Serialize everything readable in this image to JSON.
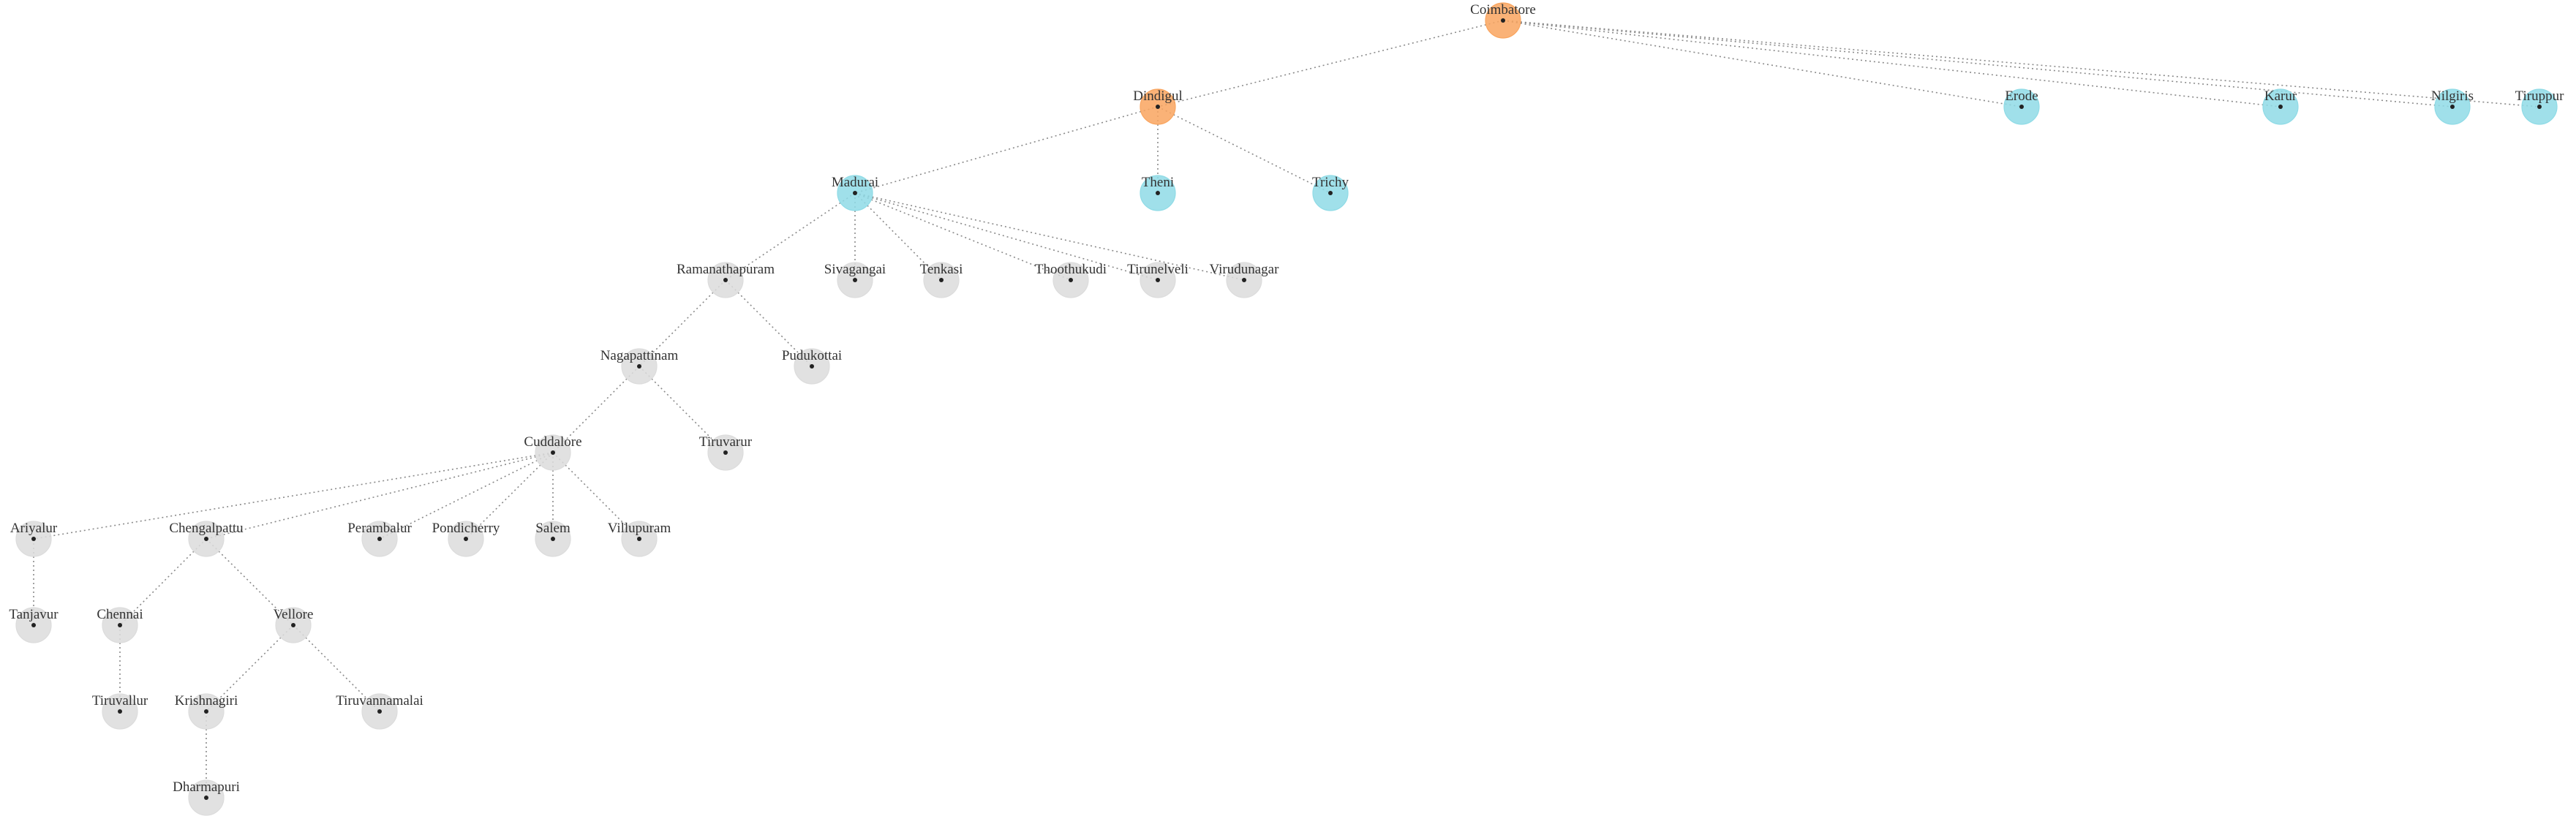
{
  "colors": {
    "root": "#f9a55f",
    "level1": "#8fdbe6",
    "other": "#dcdcdc",
    "edge": "#8a8a8a"
  },
  "nodes": [
    {
      "id": "coimbatore",
      "label": "Coimbatore",
      "group": "root"
    },
    {
      "id": "dindigul",
      "label": "Dindigul",
      "group": "root"
    },
    {
      "id": "erode",
      "label": "Erode",
      "group": "level1"
    },
    {
      "id": "karur",
      "label": "Karur",
      "group": "level1"
    },
    {
      "id": "nilgiris",
      "label": "Nilgiris",
      "group": "level1"
    },
    {
      "id": "tiruppur",
      "label": "Tiruppur",
      "group": "level1"
    },
    {
      "id": "madurai",
      "label": "Madurai",
      "group": "level1"
    },
    {
      "id": "theni",
      "label": "Theni",
      "group": "level1"
    },
    {
      "id": "trichy",
      "label": "Trichy",
      "group": "level1"
    },
    {
      "id": "ramanathapuram",
      "label": "Ramanathapuram",
      "group": "other"
    },
    {
      "id": "sivagangai",
      "label": "Sivagangai",
      "group": "other"
    },
    {
      "id": "tenkasi",
      "label": "Tenkasi",
      "group": "other"
    },
    {
      "id": "thoothukudi",
      "label": "Thoothukudi",
      "group": "other"
    },
    {
      "id": "tirunelveli",
      "label": "Tirunelveli",
      "group": "other"
    },
    {
      "id": "virudunagar",
      "label": "Virudunagar",
      "group": "other"
    },
    {
      "id": "nagapattinam",
      "label": "Nagapattinam",
      "group": "other"
    },
    {
      "id": "pudukottai",
      "label": "Pudukottai",
      "group": "other"
    },
    {
      "id": "cuddalore",
      "label": "Cuddalore",
      "group": "other"
    },
    {
      "id": "tiruvarur",
      "label": "Tiruvarur",
      "group": "other"
    },
    {
      "id": "ariyalur",
      "label": "Ariyalur",
      "group": "other"
    },
    {
      "id": "chengalpattu",
      "label": "Chengalpattu",
      "group": "other"
    },
    {
      "id": "perambalur",
      "label": "Perambalur",
      "group": "other"
    },
    {
      "id": "pondicherry",
      "label": "Pondicherry",
      "group": "other"
    },
    {
      "id": "salem",
      "label": "Salem",
      "group": "other"
    },
    {
      "id": "villupuram",
      "label": "Villupuram",
      "group": "other"
    },
    {
      "id": "tanjavur",
      "label": "Tanjavur",
      "group": "other"
    },
    {
      "id": "chennai",
      "label": "Chennai",
      "group": "other"
    },
    {
      "id": "vellore",
      "label": "Vellore",
      "group": "other"
    },
    {
      "id": "tiruvallur",
      "label": "Tiruvallur",
      "group": "other"
    },
    {
      "id": "krishnagiri",
      "label": "Krishnagiri",
      "group": "other"
    },
    {
      "id": "tiruvannamalai",
      "label": "Tiruvannamalai",
      "group": "other"
    },
    {
      "id": "dharmapuri",
      "label": "Dharmapuri",
      "group": "other"
    }
  ],
  "edges": [
    [
      "coimbatore",
      "dindigul"
    ],
    [
      "coimbatore",
      "erode"
    ],
    [
      "coimbatore",
      "karur"
    ],
    [
      "coimbatore",
      "nilgiris"
    ],
    [
      "coimbatore",
      "tiruppur"
    ],
    [
      "dindigul",
      "madurai"
    ],
    [
      "dindigul",
      "theni"
    ],
    [
      "dindigul",
      "trichy"
    ],
    [
      "madurai",
      "ramanathapuram"
    ],
    [
      "madurai",
      "sivagangai"
    ],
    [
      "madurai",
      "tenkasi"
    ],
    [
      "madurai",
      "thoothukudi"
    ],
    [
      "madurai",
      "tirunelveli"
    ],
    [
      "madurai",
      "virudunagar"
    ],
    [
      "ramanathapuram",
      "nagapattinam"
    ],
    [
      "ramanathapuram",
      "pudukottai"
    ],
    [
      "nagapattinam",
      "cuddalore"
    ],
    [
      "nagapattinam",
      "tiruvarur"
    ],
    [
      "cuddalore",
      "ariyalur"
    ],
    [
      "cuddalore",
      "chengalpattu"
    ],
    [
      "cuddalore",
      "perambalur"
    ],
    [
      "cuddalore",
      "pondicherry"
    ],
    [
      "cuddalore",
      "salem"
    ],
    [
      "cuddalore",
      "villupuram"
    ],
    [
      "ariyalur",
      "tanjavur"
    ],
    [
      "chengalpattu",
      "chennai"
    ],
    [
      "chengalpattu",
      "vellore"
    ],
    [
      "chennai",
      "tiruvallur"
    ],
    [
      "vellore",
      "krishnagiri"
    ],
    [
      "vellore",
      "tiruvannamalai"
    ],
    [
      "krishnagiri",
      "dharmapuri"
    ]
  ]
}
